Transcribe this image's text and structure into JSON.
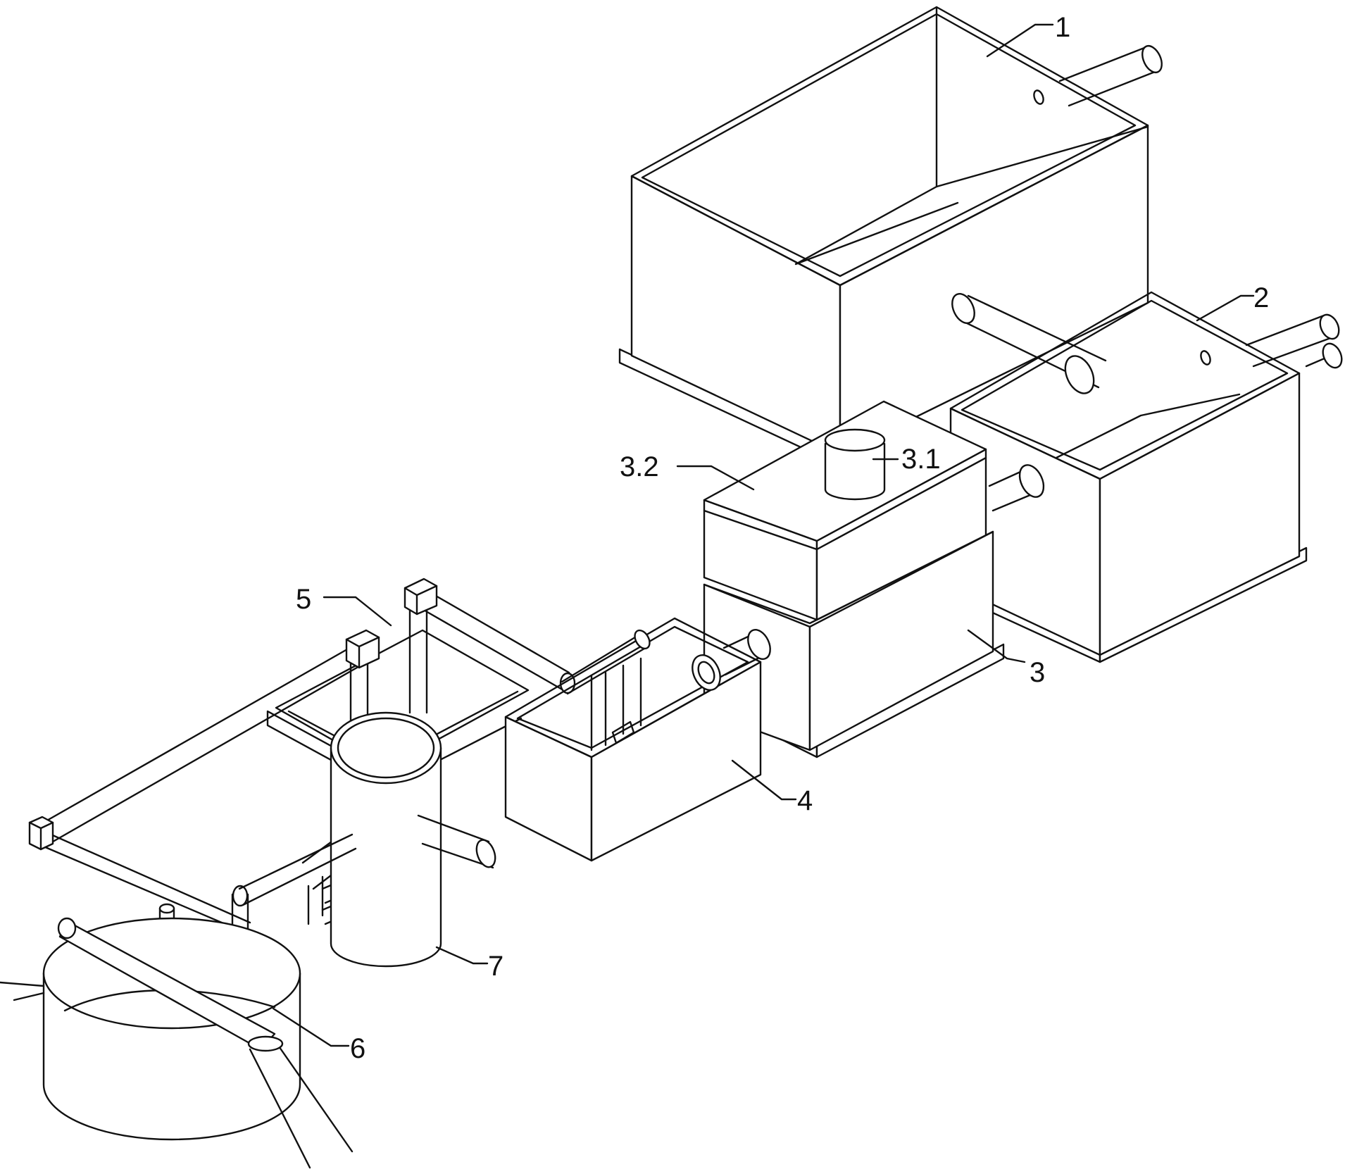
{
  "labels": {
    "l1": "1",
    "l2": "2",
    "l3": "3",
    "l31": "3.1",
    "l32": "3.2",
    "l4": "4",
    "l5": "5",
    "l6": "6",
    "l7": "7"
  },
  "colors": {
    "stroke": "#111111",
    "background": "#ffffff"
  }
}
